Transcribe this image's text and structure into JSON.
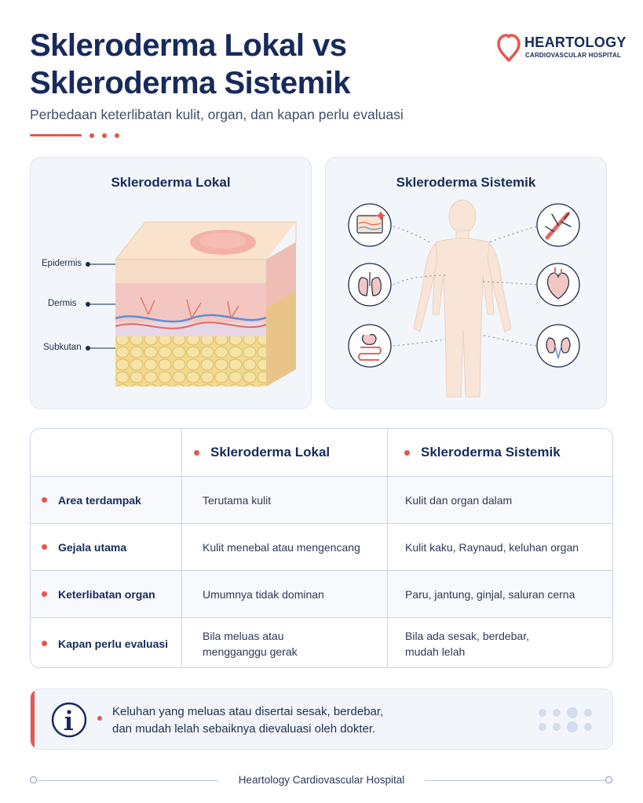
{
  "header": {
    "title_line1": "Skleroderma Lokal vs",
    "title_line2": "Skleroderma Sistemik",
    "subtitle": "Perbedaan keterlibatan kulit, organ, dan kapan perlu evaluasi"
  },
  "logo": {
    "name": "HEARTOLOGY",
    "subtitle": "CARDIOVASCULAR HOSPITAL",
    "icon": "heart-pin-icon",
    "color": "#e7554f"
  },
  "panels": {
    "local": {
      "title": "Skleroderma Lokal",
      "layers": [
        "Epidermis",
        "Dermis",
        "Subkutan"
      ]
    },
    "systemic": {
      "title": "Skleroderma Sistemik",
      "organ_icons": [
        "skin-icon",
        "blood-vessel-icon",
        "lungs-icon",
        "heart-icon",
        "stomach-intestine-icon",
        "kidneys-icon"
      ]
    }
  },
  "comparison": {
    "columns": [
      "Skleroderma Lokal",
      "Skleroderma Sistemik"
    ],
    "rows": [
      {
        "label": "Area terdampak",
        "local": "Terutama kulit",
        "systemic": "Kulit dan organ dalam"
      },
      {
        "label": "Gejala utama",
        "local": "Kulit menebal atau mengencang",
        "systemic": "Kulit kaku, Raynaud, keluhan organ"
      },
      {
        "label": "Keterlibatan organ",
        "local": "Umumnya tidak dominan",
        "systemic": "Paru, jantung, ginjal, saluran cerna"
      },
      {
        "label": "Kapan perlu evaluasi",
        "local": "Bila meluas atau\nmengganggu gerak",
        "systemic": "Bila ada sesak, berdebar,\nmudah lelah"
      }
    ]
  },
  "note": {
    "line1": "Keluhan yang meluas atau disertai sesak, berdebar,",
    "line2": "dan mudah lelah sebaiknya dievaluasi oleh dokter.",
    "icon": "info-icon"
  },
  "footer": {
    "text": "Heartology Cardiovascular Hospital"
  },
  "colors": {
    "navy": "#172a5c",
    "accent": "#e7554f",
    "panel_bg": "#f2f6fb"
  }
}
